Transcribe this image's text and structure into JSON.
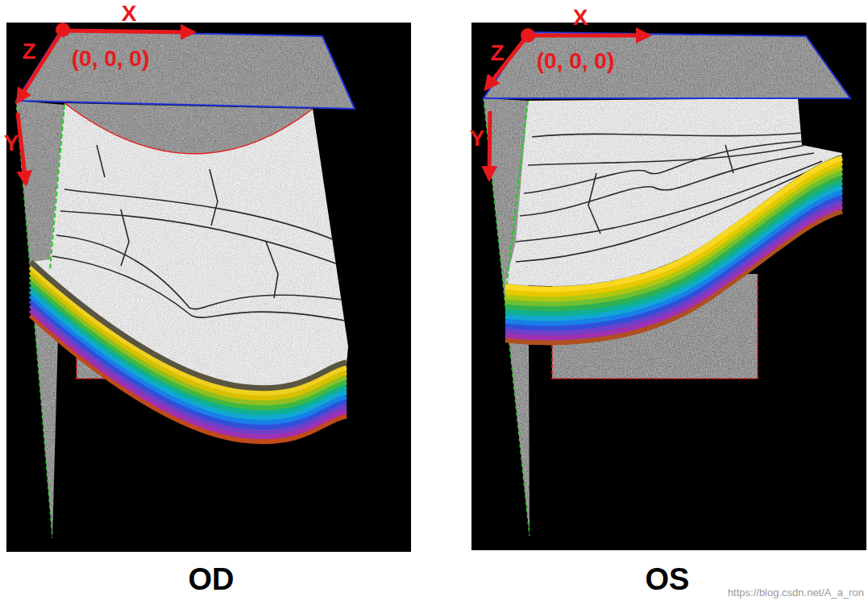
{
  "diagram": {
    "labels": [
      "X",
      "Z",
      "Y",
      "(0, 0, 0)",
      "X",
      "Z",
      "Y",
      "(0, 0, 0)",
      "OD",
      "OS",
      "https://blog.csdn.net/A_a_ron"
    ]
  }
}
